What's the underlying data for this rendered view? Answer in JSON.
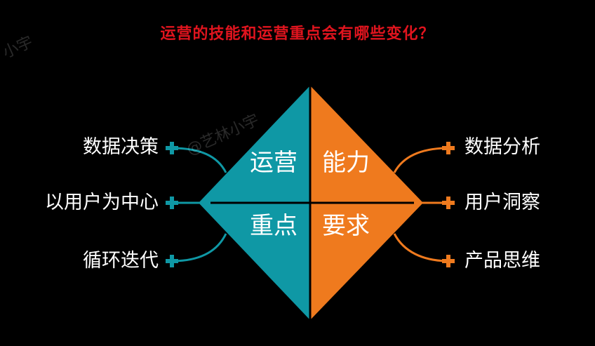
{
  "title": "运营的技能和运营重点会有哪些变化？",
  "watermarks": {
    "corner": "小宇",
    "center": "@艺林小宇"
  },
  "quadrants": {
    "top_left": "运营",
    "top_right": "能力",
    "bottom_left": "重点",
    "bottom_right": "要求"
  },
  "left_items": [
    "数据决策",
    "以用户为中心",
    "循环迭代"
  ],
  "right_items": [
    "数据分析",
    "用户洞察",
    "产品思维"
  ],
  "colors": {
    "teal": "#0f98a5",
    "orange": "#ef7a1e",
    "title_red": "#e0141e",
    "background": "#000000"
  }
}
